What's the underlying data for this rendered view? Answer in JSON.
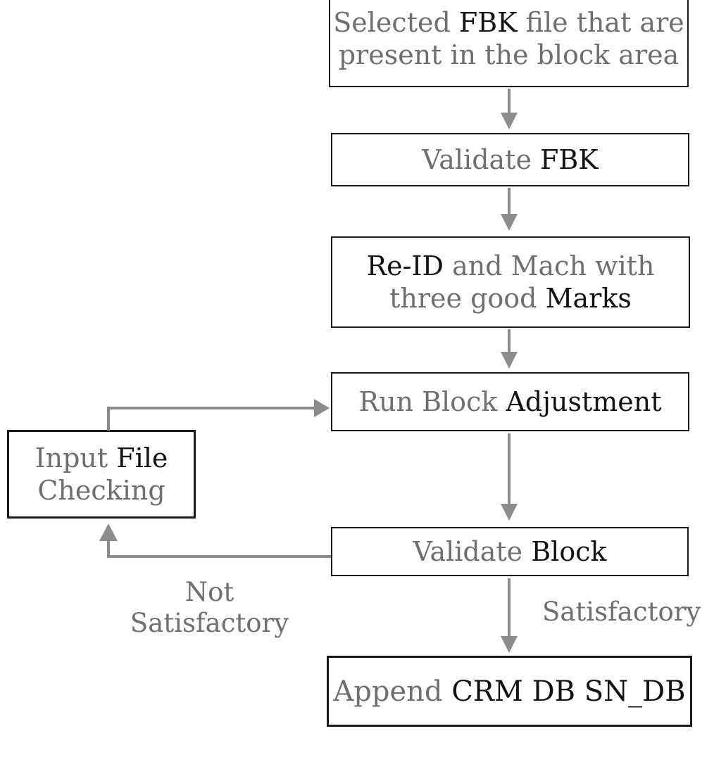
{
  "palette": {
    "background": "#ffffff",
    "border": "#1a1a1a",
    "text_gray": "#6f6f6f",
    "text_black": "#121212",
    "arrow": "#8c8c8c"
  },
  "flowchart": {
    "boxes": {
      "selected_fbk": {
        "l1a": "Selected ",
        "l1b": "FBK",
        "l1c": " file that are",
        "l2": "present in the block area"
      },
      "validate_fbk": {
        "a": "Validate ",
        "b": "FBK"
      },
      "reid_mach": {
        "l1a": "Re-ID",
        "l1b": " and Mach with",
        "l2a": "three good ",
        "l2b": "Marks"
      },
      "run_block": {
        "a": "Run Block ",
        "b": "Adjustment"
      },
      "validate_block": {
        "a": "Validate ",
        "b": "Block"
      },
      "append_db": {
        "a": "Append ",
        "b": "CRM DB SN_DB"
      },
      "input_checking": {
        "l1a": "Input ",
        "l1b": "File",
        "l2": "Checking"
      }
    },
    "edge_labels": {
      "not_satisfactory_line1": "Not",
      "not_satisfactory_line2": "Satisfactory",
      "satisfactory": "Satisfactory"
    }
  }
}
